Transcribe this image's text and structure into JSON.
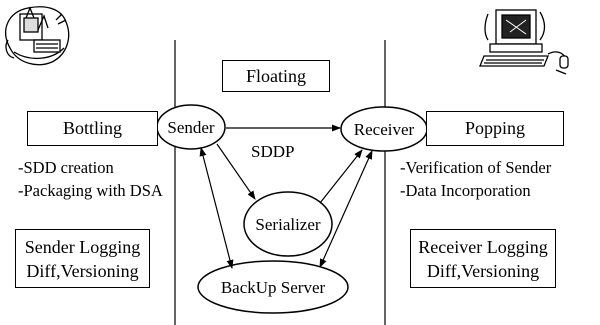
{
  "labels": {
    "floating": "Floating",
    "bottling": "Bottling",
    "popping": "Popping",
    "sender": "Sender",
    "receiver": "Receiver",
    "sddp": "SDDP",
    "serializer": "Serializer",
    "backup_server": "BackUp Server"
  },
  "left_notes": [
    "-SDD creation",
    "-Packaging with DSA"
  ],
  "right_notes": [
    "-Verification of Sender",
    "-Data Incorporation"
  ],
  "left_box": {
    "line1": "Sender Logging",
    "line2": "Diff,Versioning"
  },
  "right_box": {
    "line1": "Receiver Logging",
    "line2": "Diff,Versioning"
  },
  "icons": {
    "left": "computer-illustration-icon",
    "right": "computer-illustration-icon"
  }
}
